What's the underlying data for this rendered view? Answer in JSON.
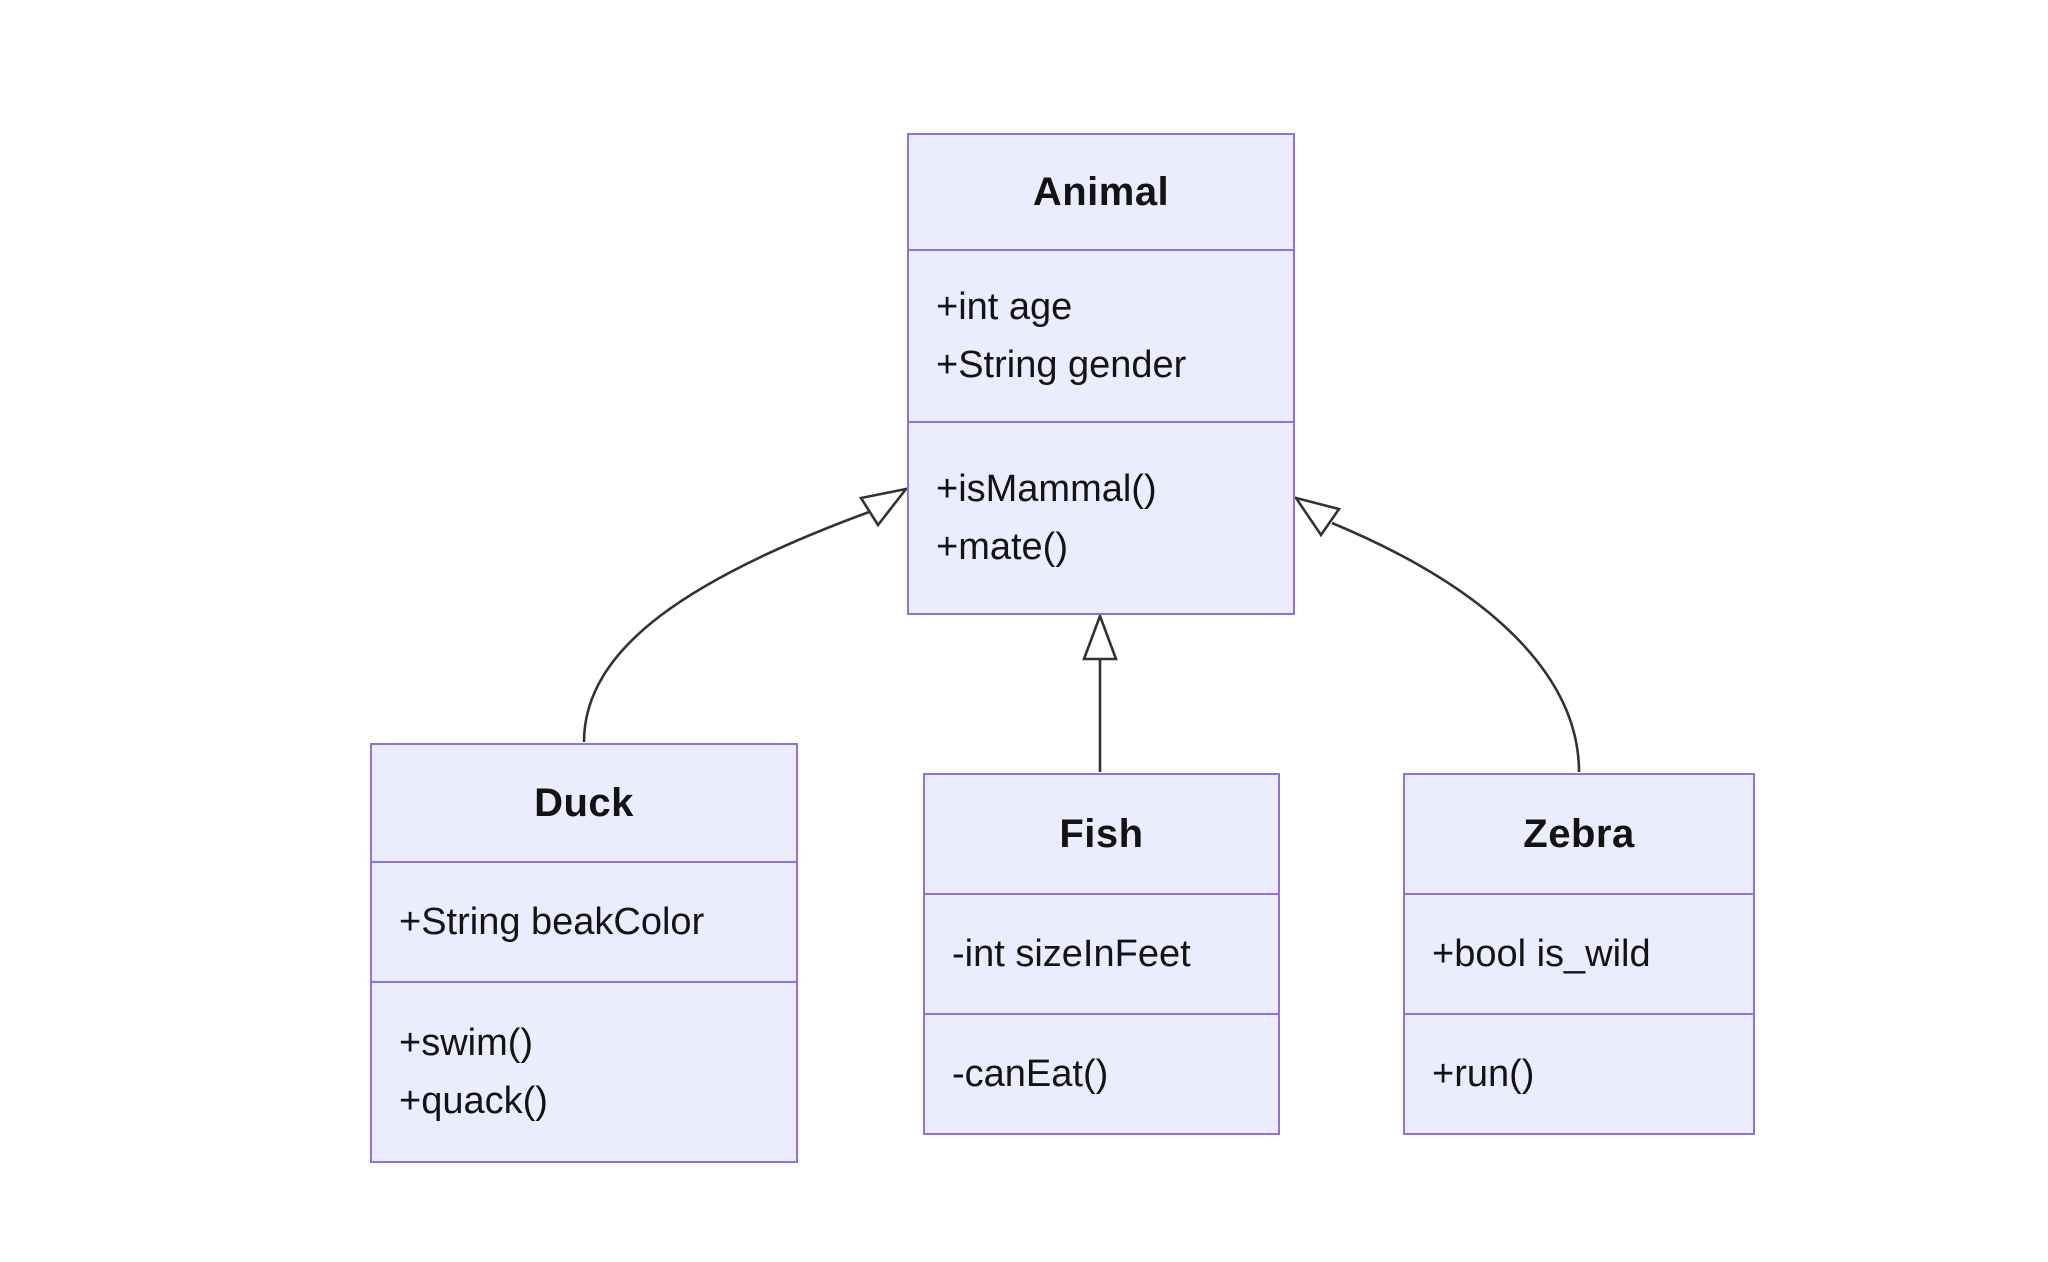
{
  "diagram": {
    "type": "uml-class-diagram",
    "style": {
      "background": "#ffffff",
      "node_fill": "#ECECFF",
      "node_border": "#9370DB",
      "edge_color": "#333333",
      "arrowhead_fill": "#ffffff",
      "text_color": "#131313"
    },
    "classes": [
      {
        "name": "Animal",
        "attributes": [
          "+int age",
          "+String gender"
        ],
        "methods": [
          "+isMammal()",
          "+mate()"
        ]
      },
      {
        "name": "Duck",
        "attributes": [
          "+String beakColor"
        ],
        "methods": [
          "+swim()",
          "+quack()"
        ]
      },
      {
        "name": "Fish",
        "attributes": [
          "-int sizeInFeet"
        ],
        "methods": [
          "-canEat()"
        ]
      },
      {
        "name": "Zebra",
        "attributes": [
          "+bool is_wild"
        ],
        "methods": [
          "+run()"
        ]
      }
    ],
    "relationships": [
      {
        "from": "Duck",
        "to": "Animal",
        "type": "inheritance",
        "arrow": "hollow-triangle"
      },
      {
        "from": "Fish",
        "to": "Animal",
        "type": "inheritance",
        "arrow": "hollow-triangle"
      },
      {
        "from": "Zebra",
        "to": "Animal",
        "type": "inheritance",
        "arrow": "hollow-triangle"
      }
    ]
  }
}
